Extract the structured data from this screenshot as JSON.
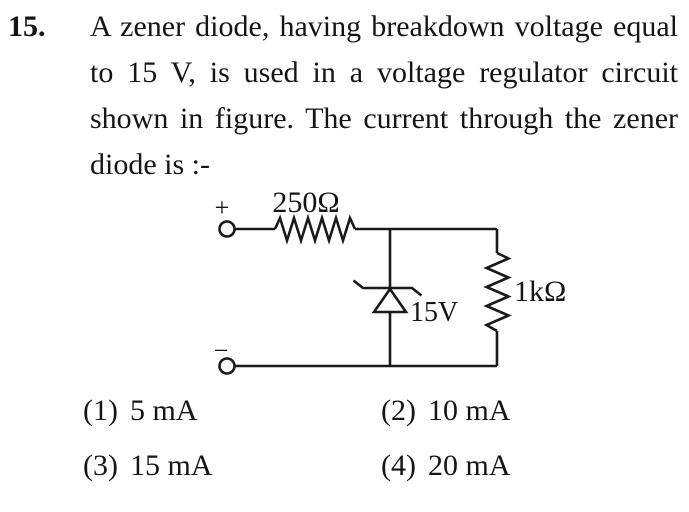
{
  "question": {
    "number": "15.",
    "lines": [
      "A zener diode, having breakdown voltage equal",
      "to 15 V, is used in a voltage regulator circuit",
      "shown in figure. The current through the zener",
      "diode is :-"
    ]
  },
  "circuit": {
    "labels": {
      "plus": "+",
      "minus": "−",
      "series_resistor": "250Ω",
      "load_resistor": "1kΩ",
      "zener_voltage": "15V"
    },
    "stroke_color": "#1a1a1a"
  },
  "options": [
    {
      "number": "(1)",
      "value": "5 mA"
    },
    {
      "number": "(2)",
      "value": "10 mA"
    },
    {
      "number": "(3)",
      "value": "15 mA"
    },
    {
      "number": "(4)",
      "value": "20 mA"
    }
  ]
}
